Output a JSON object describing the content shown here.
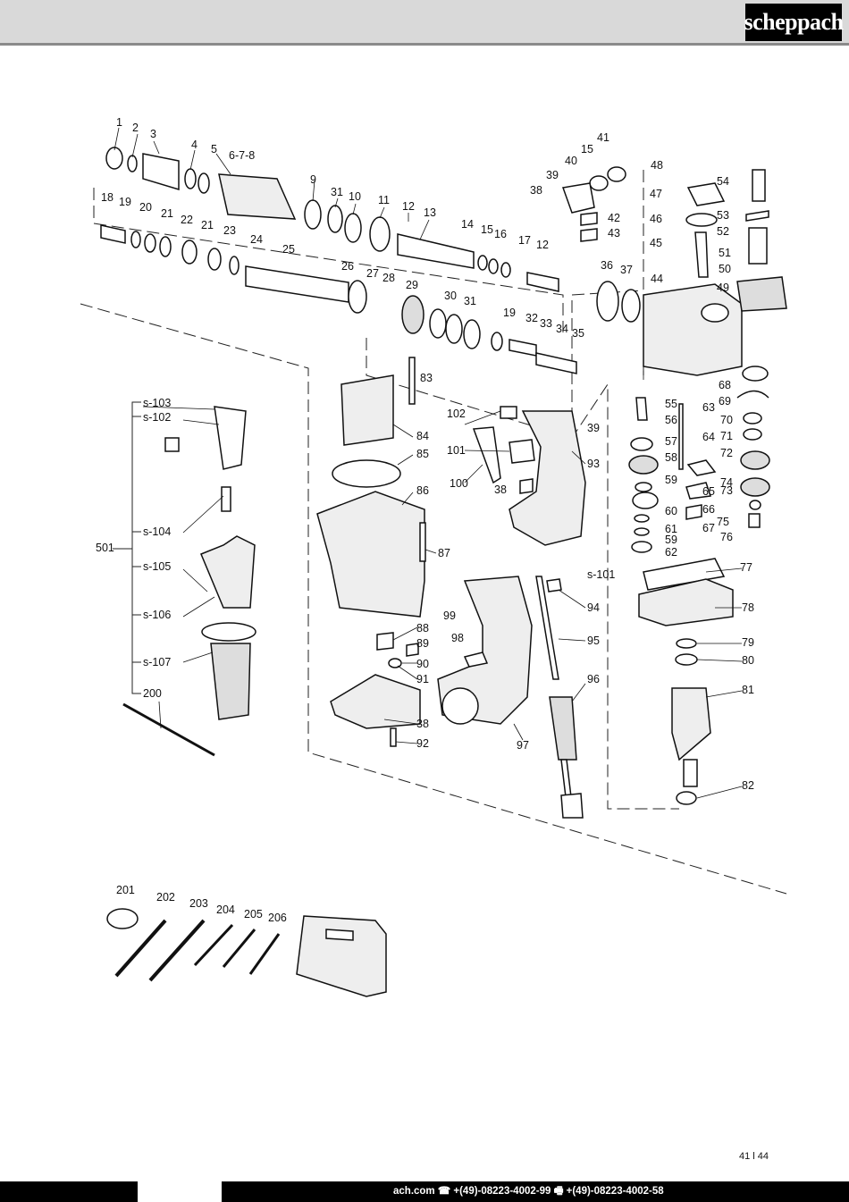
{
  "header": {
    "logo_text": "scheppach"
  },
  "diagram": {
    "assembly_label": "501",
    "part_labels": [
      "1",
      "2",
      "3",
      "4",
      "5",
      "6-7-8",
      "9",
      "31",
      "10",
      "11",
      "12",
      "13",
      "14",
      "15",
      "16",
      "17",
      "12",
      "18",
      "19",
      "20",
      "21",
      "22",
      "21",
      "23",
      "24",
      "25",
      "26",
      "27",
      "28",
      "29",
      "30",
      "31",
      "19",
      "32",
      "33",
      "34",
      "35",
      "36",
      "37",
      "38",
      "39",
      "40",
      "15",
      "41",
      "42",
      "43",
      "44",
      "45",
      "46",
      "47",
      "48",
      "49",
      "50",
      "51",
      "52",
      "53",
      "54",
      "55",
      "56",
      "57",
      "58",
      "59",
      "60",
      "61",
      "59",
      "62",
      "63",
      "64",
      "65",
      "66",
      "67",
      "68",
      "69",
      "70",
      "71",
      "72",
      "73",
      "74",
      "75",
      "76",
      "77",
      "78",
      "79",
      "80",
      "81",
      "82",
      "83",
      "84",
      "85",
      "86",
      "87",
      "88",
      "89",
      "90",
      "91",
      "38",
      "92",
      "93",
      "94",
      "95",
      "96",
      "97",
      "98",
      "99",
      "100",
      "101",
      "102",
      "38",
      "39",
      "s-101",
      "s-103",
      "s-102",
      "s-104",
      "s-105",
      "s-106",
      "s-107",
      "200",
      "201",
      "202",
      "203",
      "204",
      "205",
      "206"
    ]
  },
  "page": {
    "number": "41 l 44"
  },
  "footer": {
    "contact": "ach.com   ☎ +(49)-08223-4002-99   🖷 +(49)-08223-4002-58"
  }
}
